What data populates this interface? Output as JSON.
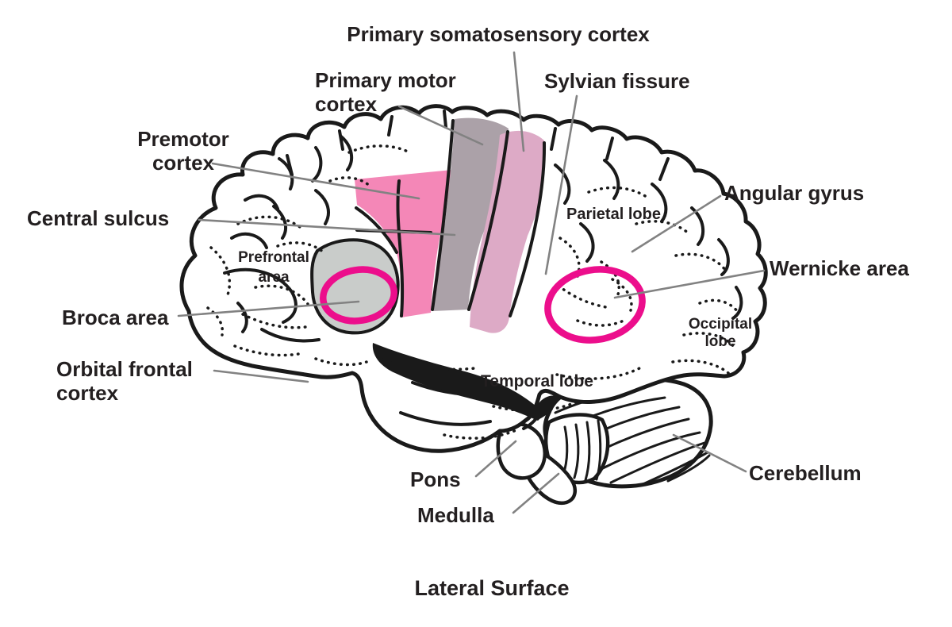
{
  "caption": "Lateral Surface",
  "labels": {
    "primary_somatosensory_cortex": "Primary somatosensory cortex",
    "primary_motor_cortex": "Primary motor\ncortex",
    "sylvian_fissure": "Sylvian fissure",
    "premotor_cortex": "Premotor\ncortex",
    "central_sulcus": "Central sulcus",
    "angular_gyrus": "Angular gyrus",
    "wernicke_area": "Wernicke area",
    "broca_area": "Broca area",
    "orbital_frontal_cortex": "Orbital frontal\ncortex",
    "pons": "Pons",
    "medulla": "Medulla",
    "cerebellum": "Cerebellum"
  },
  "region_labels": {
    "parietal_lobe": "Parietal lobe",
    "prefrontal_area": "Prefrontal\narea",
    "occipital_lobe": "Occipital\nlobe",
    "temporal_lobe": "Temporal lobe"
  },
  "colors": {
    "premotor_pink": "#F487B7",
    "motor_gray": "#ABA1A8",
    "somatosensory_pink": "#DDAAC6",
    "broca_gray": "#C9CCCA",
    "highlight_magenta": "#EC0E8C",
    "leader_gray": "#828282",
    "ink": "#1a1a1a"
  }
}
